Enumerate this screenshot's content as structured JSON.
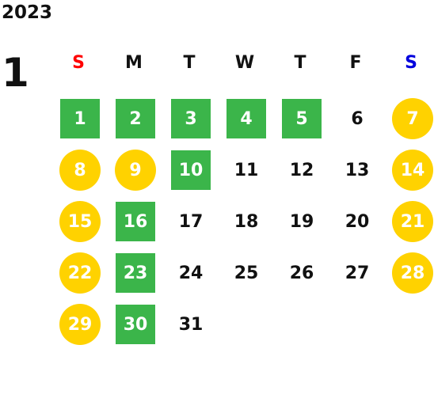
{
  "calendar": {
    "year": "2023",
    "month": "1",
    "weekdays": [
      {
        "label": "S",
        "color": "#ff0000"
      },
      {
        "label": "M",
        "color": "#111111"
      },
      {
        "label": "T",
        "color": "#111111"
      },
      {
        "label": "W",
        "color": "#111111"
      },
      {
        "label": "T",
        "color": "#111111"
      },
      {
        "label": "F",
        "color": "#111111"
      },
      {
        "label": "S",
        "color": "#0000dd"
      }
    ],
    "first_weekday_index": 0,
    "days": [
      {
        "day": "1",
        "style": "green"
      },
      {
        "day": "2",
        "style": "green"
      },
      {
        "day": "3",
        "style": "green"
      },
      {
        "day": "4",
        "style": "green"
      },
      {
        "day": "5",
        "style": "green"
      },
      {
        "day": "6",
        "style": "plain"
      },
      {
        "day": "7",
        "style": "yellow"
      },
      {
        "day": "8",
        "style": "yellow"
      },
      {
        "day": "9",
        "style": "yellow"
      },
      {
        "day": "10",
        "style": "green"
      },
      {
        "day": "11",
        "style": "plain"
      },
      {
        "day": "12",
        "style": "plain"
      },
      {
        "day": "13",
        "style": "plain"
      },
      {
        "day": "14",
        "style": "yellow"
      },
      {
        "day": "15",
        "style": "yellow"
      },
      {
        "day": "16",
        "style": "green"
      },
      {
        "day": "17",
        "style": "plain"
      },
      {
        "day": "18",
        "style": "plain"
      },
      {
        "day": "19",
        "style": "plain"
      },
      {
        "day": "20",
        "style": "plain"
      },
      {
        "day": "21",
        "style": "yellow"
      },
      {
        "day": "22",
        "style": "yellow"
      },
      {
        "day": "23",
        "style": "green"
      },
      {
        "day": "24",
        "style": "plain"
      },
      {
        "day": "25",
        "style": "plain"
      },
      {
        "day": "26",
        "style": "plain"
      },
      {
        "day": "27",
        "style": "plain"
      },
      {
        "day": "28",
        "style": "yellow"
      },
      {
        "day": "29",
        "style": "yellow"
      },
      {
        "day": "30",
        "style": "green"
      },
      {
        "day": "31",
        "style": "plain"
      }
    ],
    "colors": {
      "green": "#3bb54a",
      "yellow": "#ffd200"
    }
  }
}
